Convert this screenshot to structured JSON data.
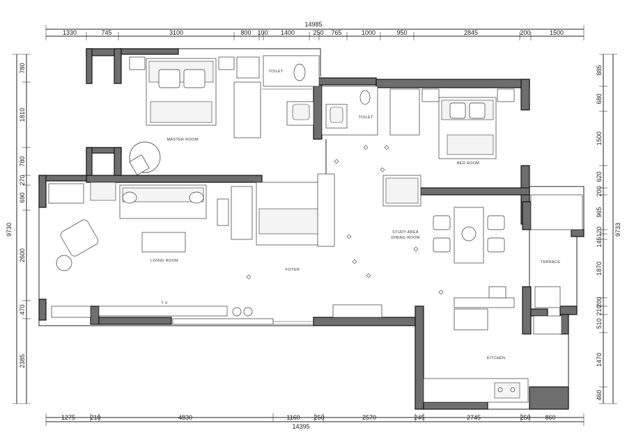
{
  "dimensions": {
    "top_total": "14985",
    "top_segments": [
      "1330",
      "745",
      "3100",
      "800",
      "100",
      "1400",
      "250",
      "765",
      "1000",
      "950",
      "2845",
      "200",
      "1500"
    ],
    "bottom_total": "14395",
    "bottom_segments": [
      "1275",
      "210",
      "4830",
      "1160",
      "250",
      "2570",
      "245",
      "2745",
      "250",
      "860"
    ],
    "left_total": "9730",
    "left_segments": [
      "780",
      "1810",
      "780",
      "270",
      "690",
      "2600",
      "470",
      "2385"
    ],
    "right_total": "9733",
    "right_segments": [
      "885",
      "680",
      "1500",
      "620",
      "200",
      "965",
      "120",
      "145",
      "1870",
      "200",
      "210",
      "510",
      "1470",
      "460"
    ]
  },
  "rooms": {
    "master_room": "MASTER ROOM",
    "toilet_1": "TOILET",
    "toilet_2": "TOILET",
    "bed_room": "BED ROOM",
    "living_room": "LIVING ROOM",
    "foyer": "FOYER",
    "study_area": "STUDY AREA",
    "dining_room": "DINING ROOM",
    "terrace": "TERRACE",
    "kitchen": "KITCHEN",
    "tv": "T V"
  }
}
